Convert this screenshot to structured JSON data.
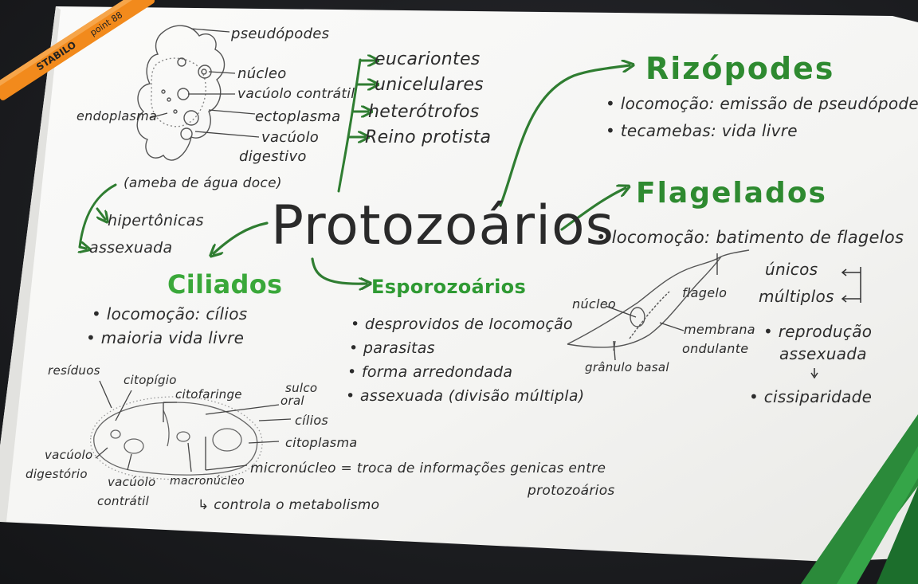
{
  "title": "Protozoários",
  "top_list": [
    "eucariontes",
    "unicelulares",
    "heterótrofos",
    "Reino protista"
  ],
  "ameba": {
    "labels": {
      "pseudopodes": "pseudópodes",
      "nucleo": "núcleo",
      "vacuolo_contratil": "vacúolo contrátil",
      "ectoplasma": "ectoplasma",
      "vacuolo": "vacúolo",
      "digestivo": "digestivo",
      "endoplasma": "endoplasma"
    },
    "note": "(ameba de água doce)",
    "traits": [
      "hipertônicas",
      "assexuada"
    ]
  },
  "rizopodes": {
    "heading": "Rizópodes",
    "items": [
      "• locomoção: emissão de pseudópodes",
      "• tecamebas: vida livre"
    ]
  },
  "flagelados": {
    "heading": "Flagelados",
    "items": [
      "• locomoção: batimento de flagelos"
    ],
    "types": [
      "únicos",
      "múltiplos"
    ],
    "labels": {
      "nucleo": "núcleo",
      "flagelo": "flagelo",
      "membrana": "membrana",
      "ondulante": "ondulante",
      "granulo": "grânulo basal"
    },
    "reproducao_1": "• reprodução",
    "reproducao_2": "assexuada",
    "cissiparidade": "• cissiparidade"
  },
  "ciliados": {
    "heading": "Ciliados",
    "items": [
      "• locomoção: cílios",
      "• maioria vida livre"
    ],
    "labels": {
      "residuos": "resíduos",
      "citopigio": "citopígio",
      "citofaringe": "citofaringe",
      "sulco": "sulco",
      "oral": "oral",
      "cilios": "cílios",
      "citoplasma": "citoplasma",
      "vacuolo": "vacúolo",
      "digestorio": "digestório",
      "vacuolo2": "vacúolo",
      "contratil": "contrátil",
      "macronucleo": "macronúcleo",
      "micronucleo_line": "micronúcleo = troca de informações genicas entre",
      "protozoarios": "protozoários",
      "controla": "↳ controla o metabolismo"
    }
  },
  "esporozoarios": {
    "heading": "Esporozoários",
    "items": [
      "• desprovidos de locomoção",
      "• parasitas",
      "• forma arredondada",
      "• assexuada (divisão múltipla)"
    ]
  },
  "pen": {
    "brand": "STABILO",
    "model": "point 88"
  },
  "colors": {
    "green": "#2e8a30",
    "ink": "#2c2c2c",
    "paper": "#f6f6f4",
    "desk": "#1d1e21"
  }
}
